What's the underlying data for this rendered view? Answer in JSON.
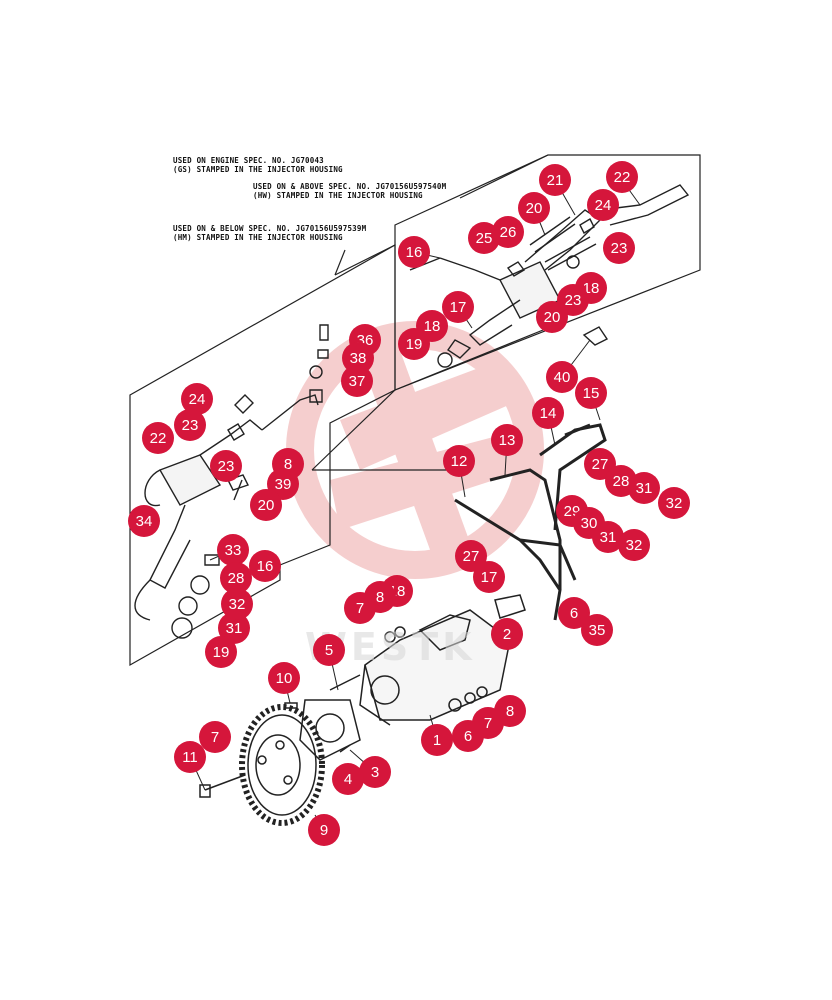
{
  "notes": {
    "engine_spec": "USED ON ENGINE SPEC. NO. JG70043",
    "engine_spec_stamp": "(GS) STAMPED IN THE INJECTOR HOUSING",
    "above_spec": "USED ON & ABOVE SPEC. NO. JG70156U597540M",
    "above_spec_stamp": "(HW) STAMPED IN THE INJECTOR HOUSING",
    "below_spec": "USED ON & BELOW SPEC. NO. JG70156U597539M",
    "below_spec_stamp": "(HM) STAMPED IN THE INJECTOR HOUSING"
  },
  "watermark": "WESTK",
  "colors": {
    "callout": "#d5163b",
    "logo_watermark": "#f3c3c3",
    "line": "#222222"
  },
  "callouts": [
    {
      "label": "21"
    },
    {
      "label": "22"
    },
    {
      "label": "24"
    },
    {
      "label": "20"
    },
    {
      "label": "25"
    },
    {
      "label": "26"
    },
    {
      "label": "23"
    },
    {
      "label": "16"
    },
    {
      "label": "18"
    },
    {
      "label": "23"
    },
    {
      "label": "17"
    },
    {
      "label": "20"
    },
    {
      "label": "18"
    },
    {
      "label": "19"
    },
    {
      "label": "36"
    },
    {
      "label": "38"
    },
    {
      "label": "37"
    },
    {
      "label": "40"
    },
    {
      "label": "15"
    },
    {
      "label": "24"
    },
    {
      "label": "14"
    },
    {
      "label": "23"
    },
    {
      "label": "22"
    },
    {
      "label": "13"
    },
    {
      "label": "23"
    },
    {
      "label": "8"
    },
    {
      "label": "39"
    },
    {
      "label": "12"
    },
    {
      "label": "27"
    },
    {
      "label": "28"
    },
    {
      "label": "31"
    },
    {
      "label": "32"
    },
    {
      "label": "20"
    },
    {
      "label": "34"
    },
    {
      "label": "29"
    },
    {
      "label": "30"
    },
    {
      "label": "31"
    },
    {
      "label": "32"
    },
    {
      "label": "33"
    },
    {
      "label": "27"
    },
    {
      "label": "16"
    },
    {
      "label": "17"
    },
    {
      "label": "28"
    },
    {
      "label": "18"
    },
    {
      "label": "8"
    },
    {
      "label": "7"
    },
    {
      "label": "6"
    },
    {
      "label": "31"
    },
    {
      "label": "35"
    },
    {
      "label": "32"
    },
    {
      "label": "2"
    },
    {
      "label": "19"
    },
    {
      "label": "5"
    },
    {
      "label": "10"
    },
    {
      "label": "8"
    },
    {
      "label": "7"
    },
    {
      "label": "1"
    },
    {
      "label": "6"
    },
    {
      "label": "7"
    },
    {
      "label": "11"
    },
    {
      "label": "3"
    },
    {
      "label": "4"
    },
    {
      "label": "9"
    }
  ]
}
